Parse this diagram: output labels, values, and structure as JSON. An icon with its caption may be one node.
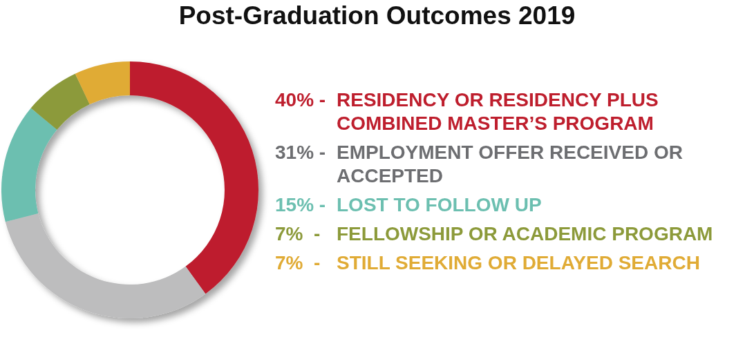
{
  "diagram": {
    "title": "Post-Graduation Outcomes 2019",
    "legend": [
      {
        "text": "RESIDENCY OR RESIDENCY PLUS COMBINED MASTER’S PROGRAM",
        "color": "#be1e2d"
      },
      {
        "text": "EMPLOYMENT OFFER RECEIVED OR ACCEPTED",
        "color": "#6d6e71"
      },
      {
        "text": "LOST TO FOLLOW UP",
        "color": "#6cbfb0"
      },
      {
        "text": "FELLOWSHIP OR ACADEMIC PROGRAM",
        "color": "#8c9a3a"
      },
      {
        "text": "STILL SEEKING OR DELAYED SEARCH",
        "color": "#e0ab35"
      }
    ],
    "chart_data": {
      "type": "donut",
      "series": [
        {
          "values": [
            40,
            31,
            15,
            7,
            7
          ]
        }
      ],
      "value_labels": [
        "40% -",
        "31% -",
        "15% -",
        "7%  -",
        "7%  -"
      ]
    }
  }
}
